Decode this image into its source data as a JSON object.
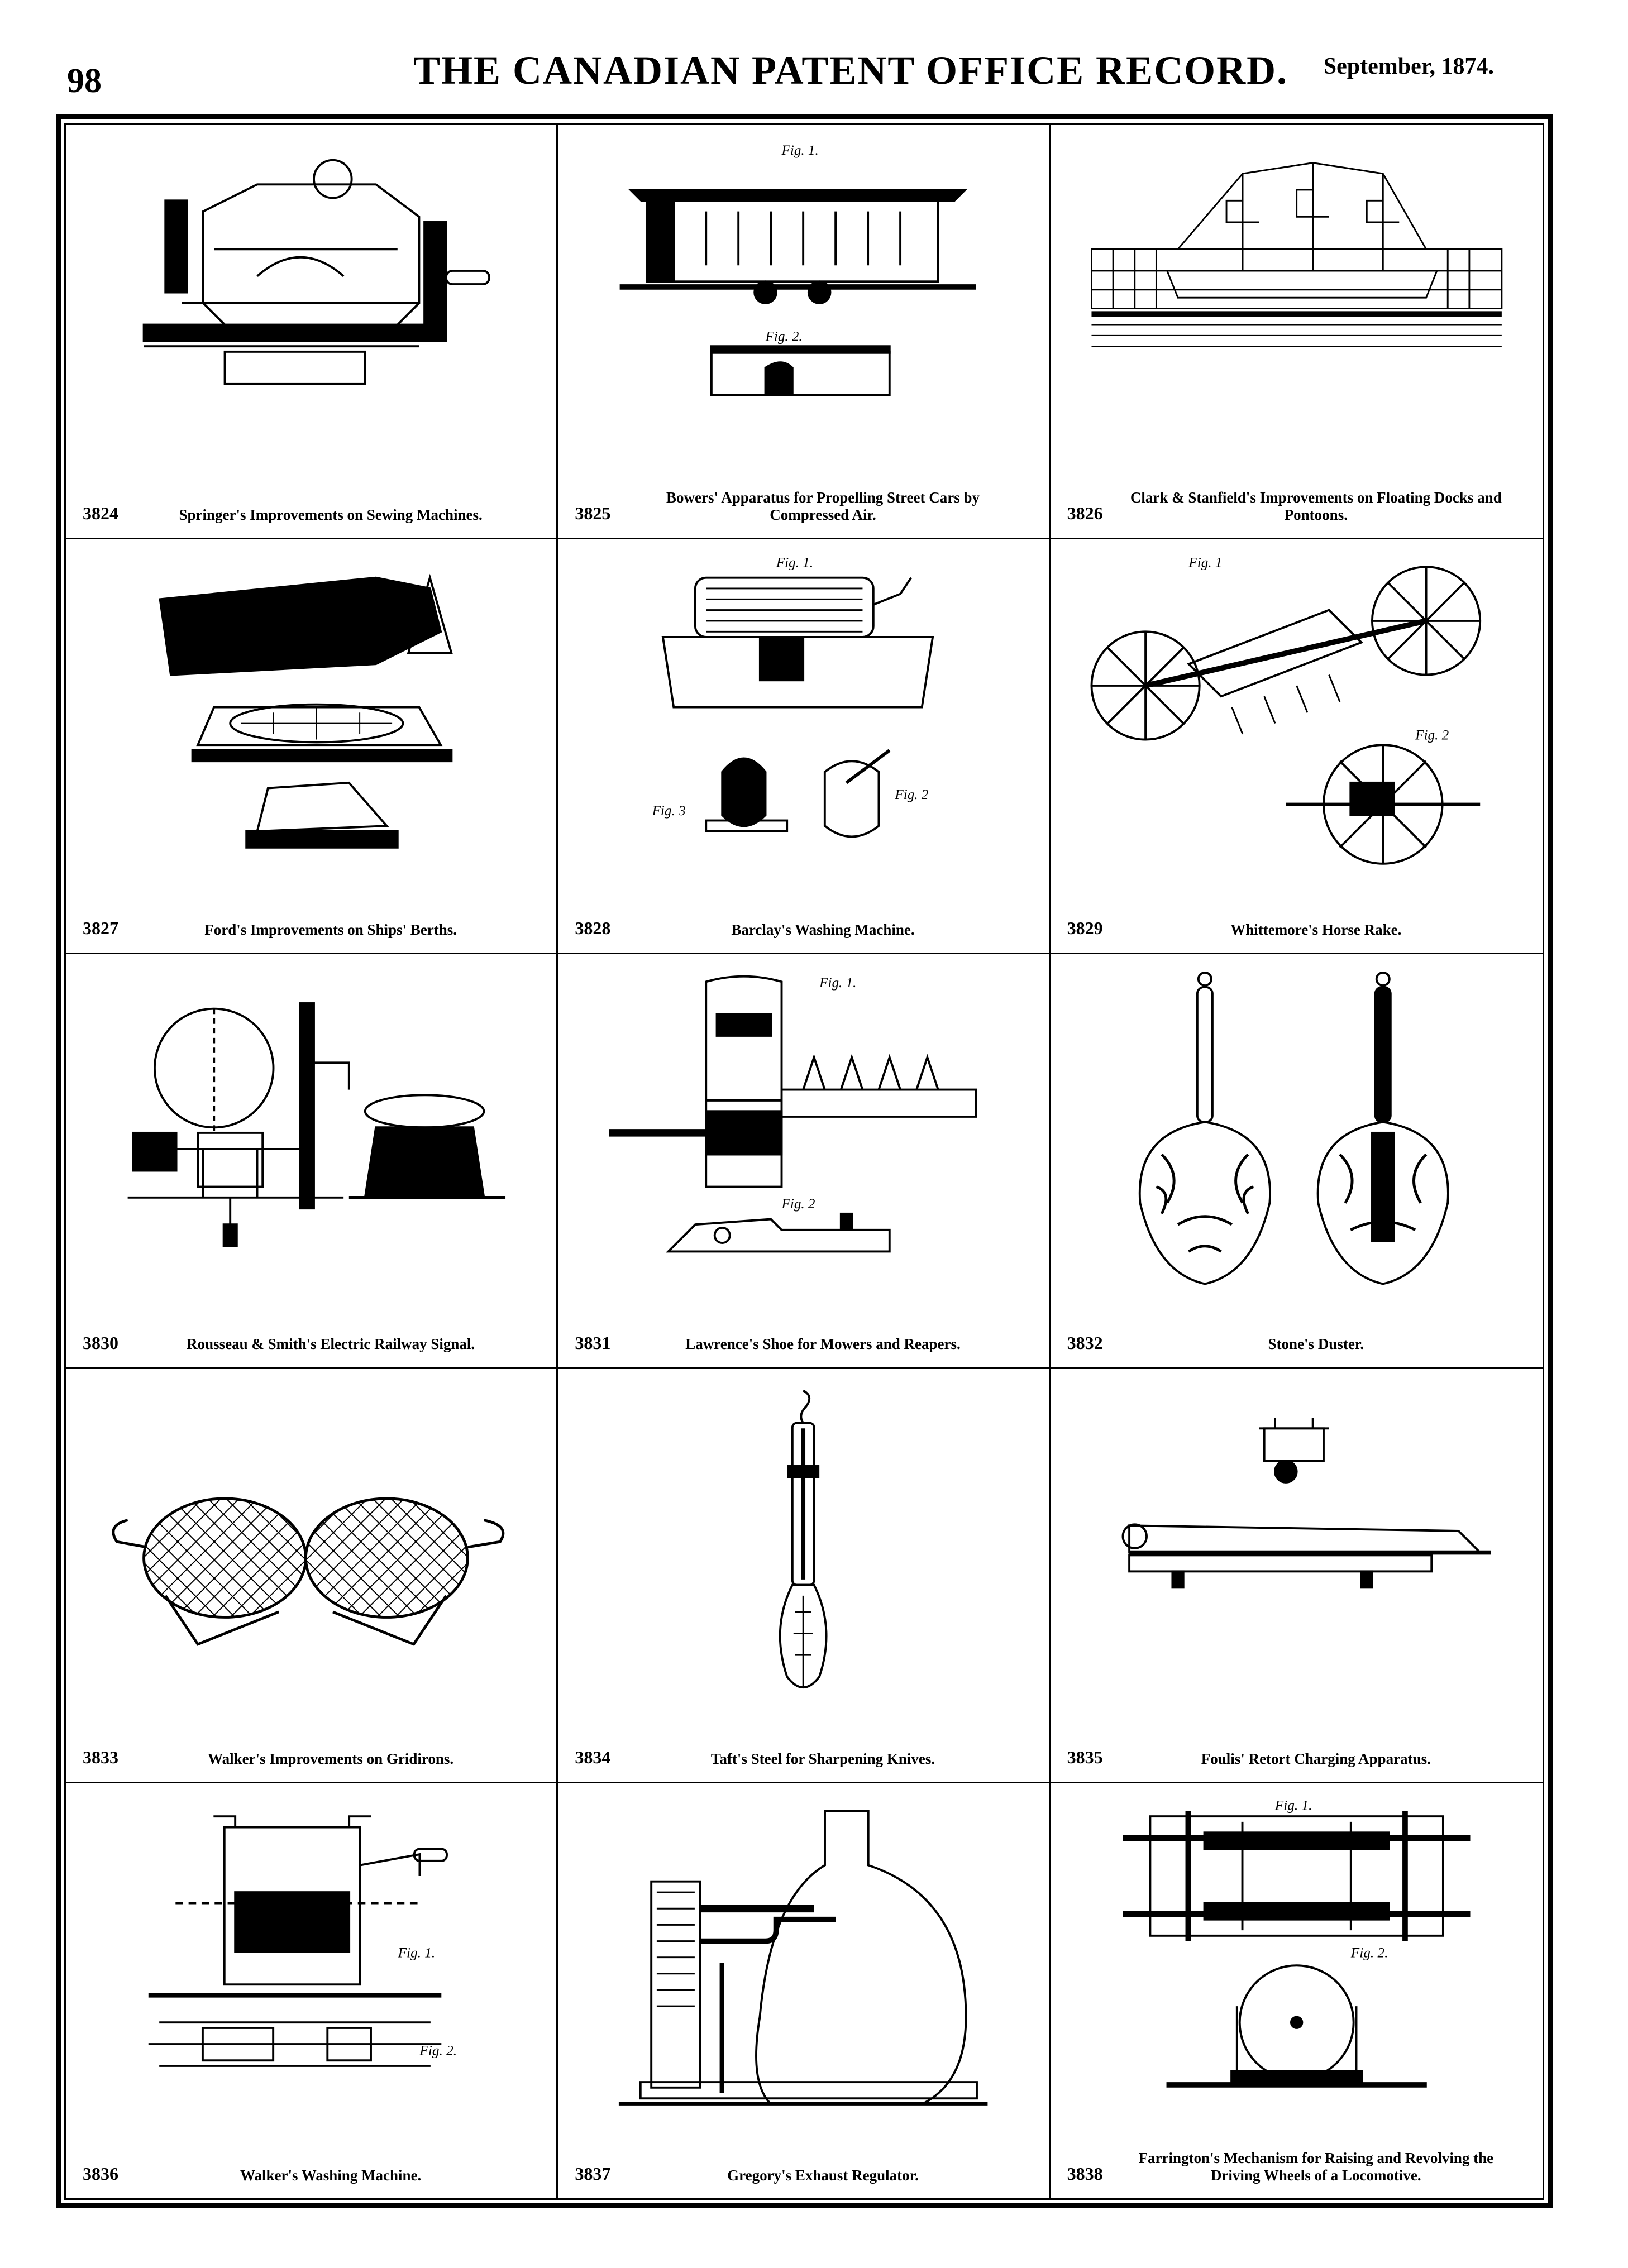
{
  "header": {
    "page_number": "98",
    "title": "THE CANADIAN PATENT OFFICE RECORD.",
    "date": "September, 1874."
  },
  "patents": [
    {
      "number": "3824",
      "title": "Springer's Improvements on Sewing Machines.",
      "icon": "sewing-machine-drawing"
    },
    {
      "number": "3825",
      "title": "Bowers' Apparatus for Propelling Street Cars by Compressed Air.",
      "icon": "street-car-drawing",
      "fig_labels": [
        "Fig. 1.",
        "Fig. 2."
      ]
    },
    {
      "number": "3826",
      "title": "Clark & Stanfield's Improvements on Floating Docks and Pontoons.",
      "icon": "floating-dock-ship-drawing"
    },
    {
      "number": "3827",
      "title": "Ford's Improvements on Ships' Berths.",
      "icon": "ship-berth-drawing"
    },
    {
      "number": "3828",
      "title": "Barclay's Washing Machine.",
      "icon": "washing-machine-drawing",
      "fig_labels": [
        "Fig. 1.",
        "Fig. 3",
        "Fig. 2"
      ]
    },
    {
      "number": "3829",
      "title": "Whittemore's Horse Rake.",
      "icon": "horse-rake-drawing",
      "fig_labels": [
        "Fig. 1",
        "Fig. 2"
      ]
    },
    {
      "number": "3830",
      "title": "Rousseau & Smith's Electric Railway Signal.",
      "icon": "railway-signal-drawing"
    },
    {
      "number": "3831",
      "title": "Lawrence's Shoe for Mowers and Reapers.",
      "icon": "mower-shoe-drawing",
      "fig_labels": [
        "Fig. 1.",
        "Fig. 2"
      ]
    },
    {
      "number": "3832",
      "title": "Stone's Duster.",
      "icon": "feather-duster-drawing"
    },
    {
      "number": "3833",
      "title": "Walker's Improvements on Gridirons.",
      "icon": "gridiron-drawing"
    },
    {
      "number": "3834",
      "title": "Taft's Steel for Sharpening Knives.",
      "icon": "sharpening-steel-drawing"
    },
    {
      "number": "3835",
      "title": "Foulis' Retort Charging Apparatus.",
      "icon": "retort-apparatus-drawing"
    },
    {
      "number": "3836",
      "title": "Walker's Washing Machine.",
      "icon": "washing-machine-2-drawing",
      "fig_labels": [
        "Fig. 1.",
        "Fig. 2."
      ]
    },
    {
      "number": "3837",
      "title": "Gregory's Exhaust Regulator.",
      "icon": "exhaust-regulator-drawing"
    },
    {
      "number": "3838",
      "title": "Farrington's Mechanism for Raising and Revolving the Driving Wheels of a Locomotive.",
      "icon": "locomotive-wheel-mechanism-drawing",
      "fig_labels": [
        "Fig. 1.",
        "Fig. 2."
      ]
    }
  ]
}
